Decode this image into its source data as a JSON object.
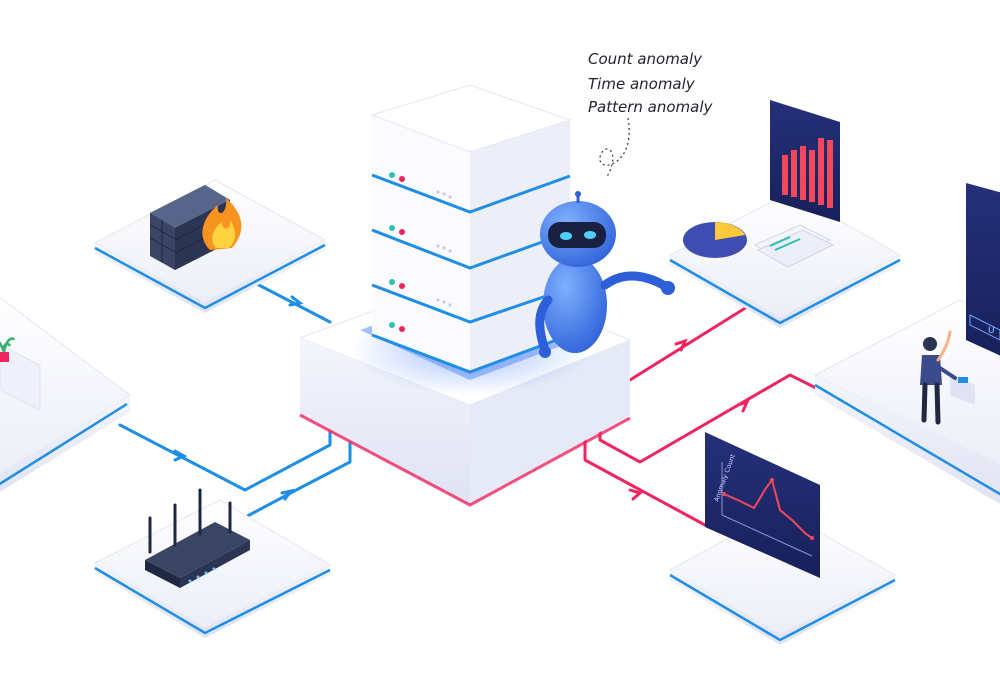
{
  "annotations": [
    "Count anomaly",
    "Time anomaly",
    "Pattern anomaly"
  ],
  "anomaly_chart": {
    "ylabel": "Anomaly Count",
    "type": "line"
  },
  "user_screen": {
    "label": "U"
  },
  "colors": {
    "link_blue": "#1e8ee6",
    "link_red": "#f0245f",
    "panel_navy": "#1e2a6b",
    "bar_red": "#f2485a",
    "robot_blue": "#3d7df0",
    "platform": "#eff1fa"
  },
  "icons": [
    "firewall-fire-icon",
    "router-icon",
    "server-rack-icon",
    "robot-icon",
    "analytics-dashboard-icon",
    "anomaly-chart-icon",
    "user-terminal-icon",
    "plant-icon"
  ]
}
